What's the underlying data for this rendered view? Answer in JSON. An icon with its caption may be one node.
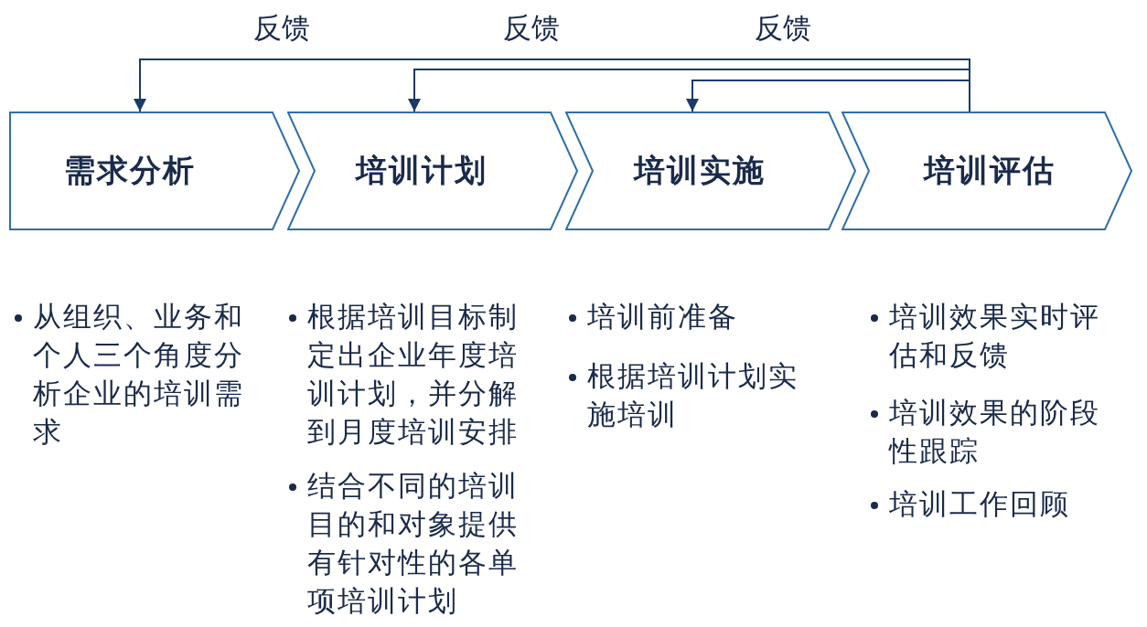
{
  "diagram": {
    "nodes": [
      {
        "text": [
          "需求分析"
        ],
        "beside": [
          "从组织、业务和个人三个角度分析企业的培训需求"
        ]
      },
      {
        "text": [
          "培训计划"
        ],
        "beside": [
          "根据培训目标制定出企业年度培训计划，并分解到月度培训安排",
          "结合不同的培训目的和对象提供有针对性的各单项培训计划"
        ]
      },
      {
        "text": [
          "培训实施"
        ],
        "beside": [
          "培训前准备",
          "根据培训计划实施培训"
        ]
      },
      {
        "text": [
          "培训评估"
        ],
        "beside": [
          "培训效果实时评估和反馈",
          "培训效果的阶段性跟踪",
          "培训工作回顾"
        ]
      }
    ],
    "edges": [
      {
        "from": 3,
        "to": 0,
        "arrow": "to",
        "label": "反馈"
      },
      {
        "from": 3,
        "to": 1,
        "arrow": "to",
        "label": "反馈"
      },
      {
        "from": 3,
        "to": 2,
        "arrow": "to",
        "label": "反馈"
      }
    ]
  }
}
